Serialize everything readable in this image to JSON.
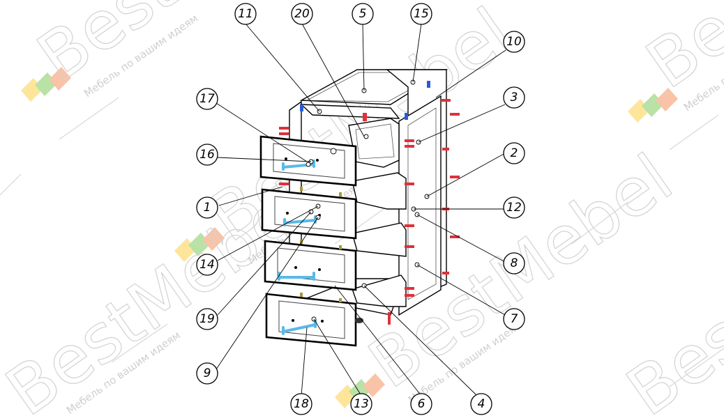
{
  "watermark": {
    "brand": "BestMebel",
    "tagline": "Мебель по вашим идеям",
    "colors": {
      "yellow": "#fde59a",
      "red": "#f9c3a8",
      "green": "#b8e2a6",
      "text": "#d2d2d2"
    }
  },
  "callouts": [
    {
      "label": "11"
    },
    {
      "label": "20"
    },
    {
      "label": "5"
    },
    {
      "label": "15"
    },
    {
      "label": "10"
    },
    {
      "label": "3"
    },
    {
      "label": "17"
    },
    {
      "label": "16"
    },
    {
      "label": "2"
    },
    {
      "label": "1"
    },
    {
      "label": "12"
    },
    {
      "label": "14"
    },
    {
      "label": "8"
    },
    {
      "label": "7"
    },
    {
      "label": "19"
    },
    {
      "label": "9"
    },
    {
      "label": "18"
    },
    {
      "label": "13"
    },
    {
      "label": "6"
    },
    {
      "label": "4"
    }
  ],
  "colors": {
    "handle": "#59b9ea",
    "fastener_red": "#e0303a",
    "fastener_blue": "#2a5bd7",
    "outline": "#000000"
  }
}
